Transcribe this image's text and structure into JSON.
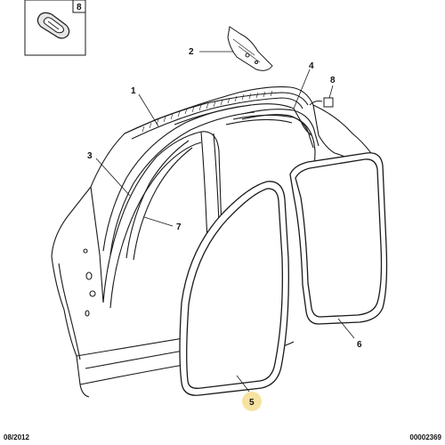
{
  "inset": {
    "label": "8"
  },
  "callouts": [
    {
      "id": "c1",
      "label": "1"
    },
    {
      "id": "c2",
      "label": "2"
    },
    {
      "id": "c3",
      "label": "3"
    },
    {
      "id": "c4",
      "label": "4"
    },
    {
      "id": "c5",
      "label": "5",
      "highlighted": true
    },
    {
      "id": "c6",
      "label": "6"
    },
    {
      "id": "c7",
      "label": "7"
    },
    {
      "id": "c8",
      "label": "8"
    }
  ],
  "footer": {
    "date": "08/2012",
    "ref": "00002369"
  },
  "colors": {
    "outline": "#1a1a1a",
    "highlight": "#f6e3a1",
    "background": "#ffffff"
  }
}
